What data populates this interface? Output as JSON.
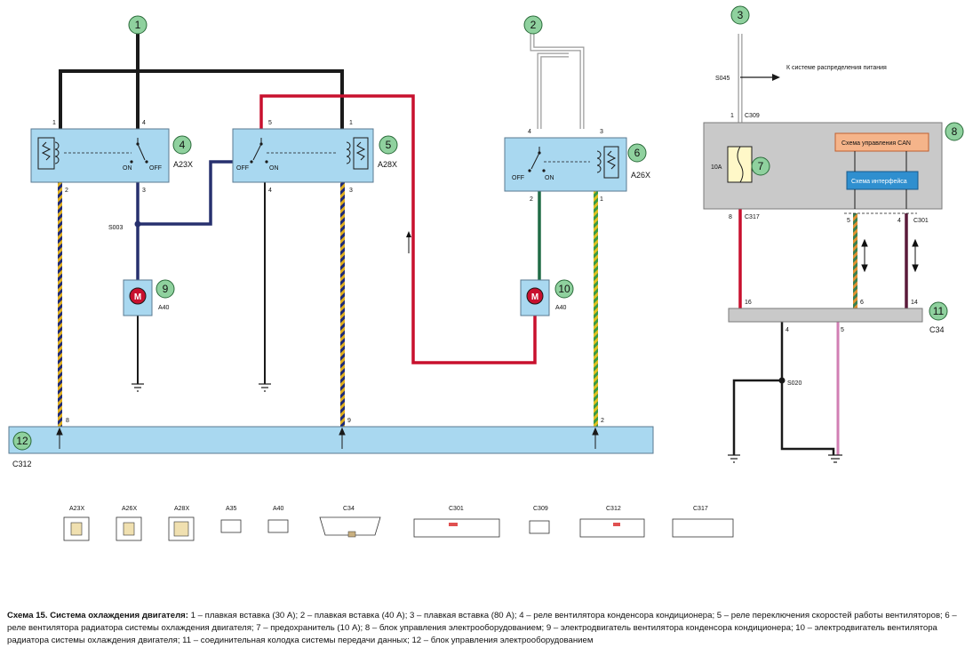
{
  "markers": [
    "1",
    "2",
    "3",
    "4",
    "5",
    "6",
    "7",
    "8",
    "9",
    "10",
    "11",
    "12"
  ],
  "components": {
    "relay_a23x": {
      "code": "A23X",
      "pin_on": "ON",
      "pin_off": "OFF",
      "pins": [
        "1",
        "4",
        "2",
        "3"
      ]
    },
    "relay_a28x": {
      "code": "A28X",
      "pin_off": "OFF",
      "pin_on": "ON",
      "pins": [
        "5",
        "1",
        "4",
        "3"
      ]
    },
    "relay_a26x": {
      "code": "A26X",
      "pin_off": "OFF",
      "pin_on": "ON",
      "pins": [
        "4",
        "3",
        "2",
        "1"
      ]
    },
    "motor_9": {
      "code": "A40",
      "symbol": "M"
    },
    "motor_10": {
      "code": "A40",
      "symbol": "M"
    },
    "module_8": {
      "connector_top": "C309",
      "pin_top": "1",
      "can_block": "Схема управления CAN",
      "interface_block": "Схема интерфейса",
      "fuse_rating": "10A",
      "connector_left": "C317",
      "pin_left": "8",
      "connector_right": "C301",
      "pins_right": [
        "5",
        "4"
      ]
    },
    "connector_11": {
      "code": "C34",
      "pins_top": [
        "16",
        "6",
        "14"
      ],
      "pins_bottom": [
        "4",
        "5"
      ]
    },
    "connector_12": {
      "code": "C312",
      "pins": [
        "8",
        "9",
        "2"
      ]
    },
    "splices": {
      "s003": "S003",
      "s045": "S045",
      "s020": "S020"
    },
    "can_note": "К системе распределения питания"
  },
  "connectors_legend": [
    {
      "code": "A23X"
    },
    {
      "code": "A26X"
    },
    {
      "code": "A28X"
    },
    {
      "code": "A35"
    },
    {
      "code": "A40"
    },
    {
      "code": "C34"
    },
    {
      "code": "C301"
    },
    {
      "code": "C309"
    },
    {
      "code": "C312"
    },
    {
      "code": "C317"
    }
  ],
  "colors": {
    "wire_black": "#1a1a1a",
    "wire_red": "#c8102e",
    "wire_green": "#1f6b45",
    "wire_blue": "#27306e",
    "wire_purple": "#5a1a3a",
    "wire_pink": "#d27fb4",
    "wire_grey": "#a0a0a0",
    "relay_fill": "#a9d8f0",
    "module_fill": "#c9c9c9",
    "marker_fill": "#8fd19e",
    "can_fill": "#f5b48a",
    "iface_fill": "#2f8fcf"
  },
  "caption": {
    "title": "Схема 15. Система охлаждения двигателя:",
    "text": " 1 – плавкая вставка (30 А); 2 – плавкая вставка (40 А); 3 – плавкая вставка (80 А); 4 – реле вентилятора конденсора кондиционера; 5 – реле переключения скоростей работы вентиляторов; 6 – реле вентилятора радиатора системы охлаждения двигателя; 7 – предохранитель (10 А); 8 – блок управления электрооборудованием; 9 – электродвигатель вентилятора конденсора кондиционера; 10 – электродвигатель вентилятора радиатора системы охлаждения двигателя; 11 – соединительная колодка системы передачи данных; 12 – блок управления электрооборудованием"
  }
}
